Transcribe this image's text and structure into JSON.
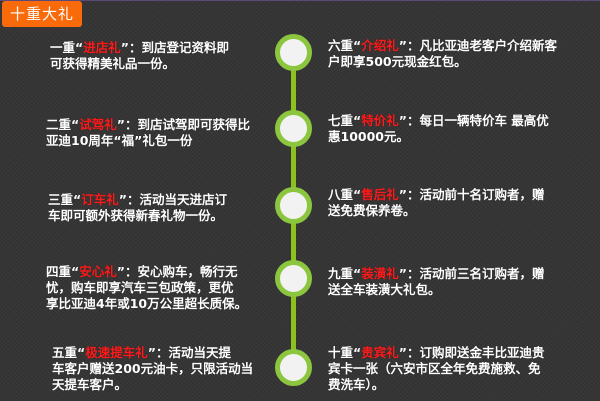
{
  "title": "十重大礼",
  "colors": {
    "badge": "#f86a0a",
    "timeline": "#8cc63f",
    "highlight": "#ff1a1a",
    "text": "#ffffff",
    "background": "#353535"
  },
  "left_items": [
    {
      "prefix": "一重“",
      "name": "进店礼",
      "suffix": "”：到店登记资料即",
      "lines": [
        "可获得精美礼品一份。"
      ]
    },
    {
      "prefix": "二重“",
      "name": "试驾礼",
      "suffix": "”：到店试驾即可获得比",
      "lines": [
        "亚迪10周年“福”礼包一份"
      ]
    },
    {
      "prefix": "三重“",
      "name": "订车礼",
      "suffix": "”：活动当天进店订",
      "lines": [
        "车即可额外获得新春礼物一份。"
      ]
    },
    {
      "prefix": "四重“",
      "name": "安心礼",
      "suffix": "”：安心购车，畅行无",
      "lines": [
        "忧，购车即享汽车三包政策，更优",
        "享比亚迪4年或10万公里超长质保。"
      ]
    },
    {
      "prefix": "五重“",
      "name": "极速提车礼",
      "suffix": "”：活动当天提",
      "lines": [
        "车客户赠送200元油卡，只限活动当",
        "天提车客户。"
      ]
    }
  ],
  "right_items": [
    {
      "prefix": "六重“",
      "name": "介绍礼",
      "suffix": "”：凡比亚迪老客户介绍新客",
      "lines": [
        "户即享500元现金红包。"
      ]
    },
    {
      "prefix": "七重“",
      "name": "特价礼",
      "suffix": "”：每日一辆特价车 最高优",
      "lines": [
        "惠10000元。"
      ]
    },
    {
      "prefix": "八重“",
      "name": "售后礼",
      "suffix": "”：活动前十名订购者，赠",
      "lines": [
        "送免费保养卷。"
      ]
    },
    {
      "prefix": "九重“",
      "name": "装潢礼",
      "suffix": "”：活动前三名订购者，赠",
      "lines": [
        "送全车装潢大礼包。"
      ]
    },
    {
      "prefix": "十重“",
      "name": "贵宾礼",
      "suffix": "”：订购即送金丰比亚迪贵",
      "lines": [
        "宾卡一张（六安市区全年免费施救、免",
        "费洗车）。"
      ]
    }
  ]
}
